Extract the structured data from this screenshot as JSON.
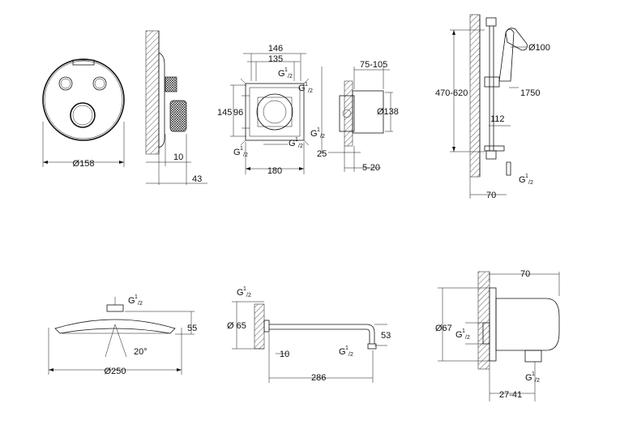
{
  "colors": {
    "ink": "#111111",
    "background": "#ffffff"
  },
  "thermostat_front": {
    "diameter": "Ø158"
  },
  "thermostat_side": {
    "d1": "10",
    "d2": "43"
  },
  "rough_in_front": {
    "w1": "146",
    "w2": "135",
    "h1": "145",
    "h2": "96",
    "w3": "180",
    "g": "G",
    "g_sup": "1",
    "g_sub": "/2"
  },
  "rough_in_side": {
    "depth": "75-105",
    "dia": "Ø138",
    "d1": "25",
    "d2": "5-20"
  },
  "shower_rail": {
    "range": "470-620",
    "head": "Ø100",
    "hose": "1750",
    "d1": "112",
    "d2": "70"
  },
  "head_shower": {
    "h": "55",
    "angle": "20°",
    "dia": "Ø250"
  },
  "shower_arm": {
    "dia": "Ø 65",
    "d1": "10",
    "length": "286",
    "h": "53"
  },
  "wall_outlet": {
    "w": "70",
    "dia": "Ø67",
    "range": "27-41"
  }
}
